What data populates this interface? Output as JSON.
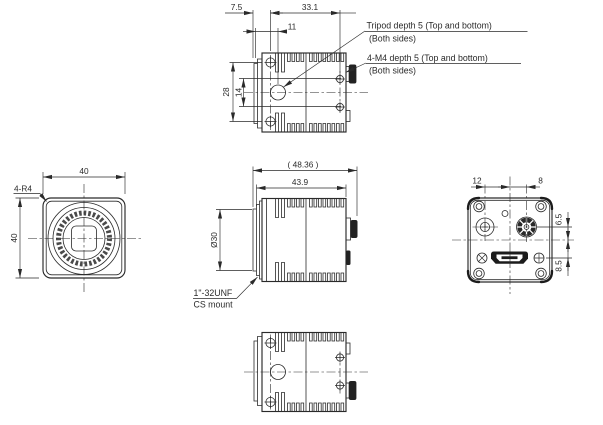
{
  "page": {
    "background": "#ffffff",
    "ink": "#2a2a2a"
  },
  "views": {
    "top": {
      "dim_7_5": "7.5",
      "dim_33_1": "33.1",
      "dim_11": "11",
      "dim_28": "28",
      "dim_14": "14",
      "callout_tripod_line1": "Tripod depth 5  (Top and bottom)",
      "callout_tripod_line2": "(Both sides)",
      "callout_m4_line1": "4-M4 depth 5  (Top and bottom)",
      "callout_m4_line2": "(Both sides)"
    },
    "front": {
      "dim_width": "40",
      "dim_height": "40",
      "callout_corner_radius": "4-R4"
    },
    "side": {
      "dim_overall_length": "( 48.36 )",
      "dim_body_length": "43.9",
      "dim_lens_diameter": "Ø30",
      "callout_mount_line1": "1\"-32UNF",
      "callout_mount_line2": "CS mount"
    },
    "rear": {
      "dim_12": "12",
      "dim_8": "8",
      "dim_6_5": "6.5",
      "dim_8_5": "8.5"
    }
  }
}
